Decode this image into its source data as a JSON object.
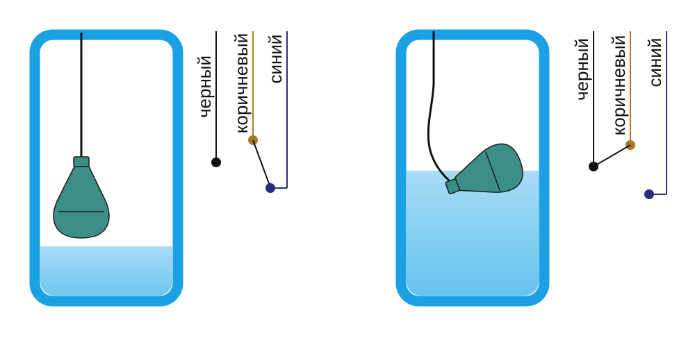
{
  "colors": {
    "tank_border": "#1aa0e3",
    "water_top": "#a9dcf6",
    "water_bottom": "#5ec1ee",
    "float_body": "#3c8f86",
    "float_outline": "#1a1a1a",
    "wire_black": "#111111",
    "wire_brown": "#a67c2a",
    "wire_blue": "#2d2a7a"
  },
  "panels": [
    {
      "state": "low-level",
      "labels": {
        "black": "черный",
        "brown": "коричневый",
        "blue": "синий"
      },
      "switch_connects": "brown-blue"
    },
    {
      "state": "high-level",
      "labels": {
        "black": "черный",
        "brown": "коричневый",
        "blue": "синий"
      },
      "switch_connects": "brown-black"
    }
  ]
}
